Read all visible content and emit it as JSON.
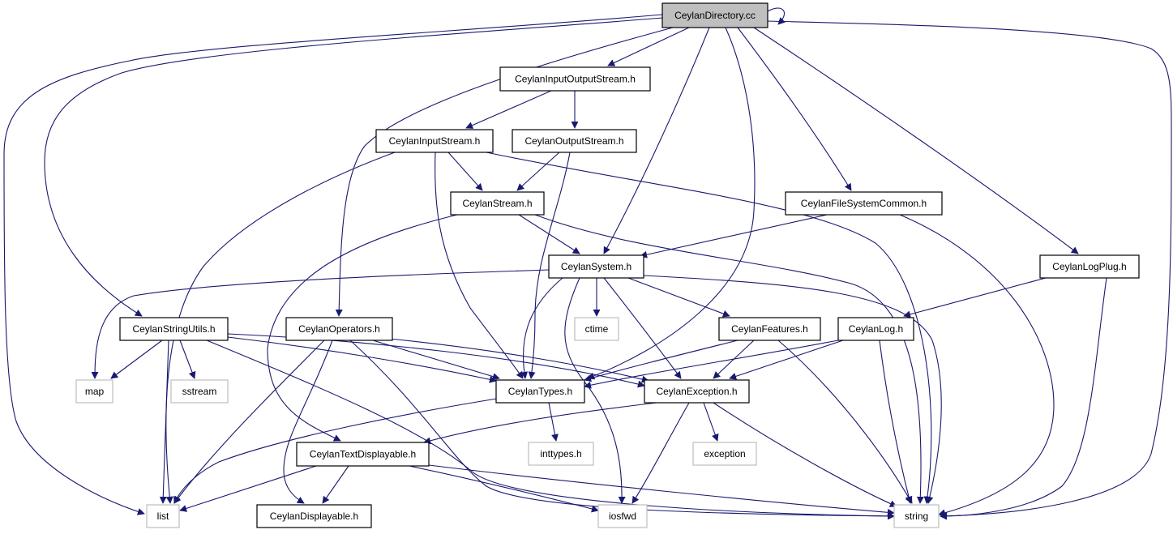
{
  "diagram": {
    "edge_color": "#191970",
    "nodes": [
      {
        "id": "root",
        "label": "CeylanDirectory.cc",
        "kind": "root"
      },
      {
        "id": "ios",
        "label": "CeylanInputOutputStream.h",
        "kind": "file"
      },
      {
        "id": "is",
        "label": "CeylanInputStream.h",
        "kind": "file"
      },
      {
        "id": "os",
        "label": "CeylanOutputStream.h",
        "kind": "file"
      },
      {
        "id": "stream",
        "label": "CeylanStream.h",
        "kind": "file"
      },
      {
        "id": "fsc",
        "label": "CeylanFileSystemCommon.h",
        "kind": "file"
      },
      {
        "id": "system",
        "label": "CeylanSystem.h",
        "kind": "file"
      },
      {
        "id": "logplug",
        "label": "CeylanLogPlug.h",
        "kind": "file"
      },
      {
        "id": "strutils",
        "label": "CeylanStringUtils.h",
        "kind": "file"
      },
      {
        "id": "ops",
        "label": "CeylanOperators.h",
        "kind": "file"
      },
      {
        "id": "ctime",
        "label": "ctime",
        "kind": "sys"
      },
      {
        "id": "features",
        "label": "CeylanFeatures.h",
        "kind": "file"
      },
      {
        "id": "log",
        "label": "CeylanLog.h",
        "kind": "file"
      },
      {
        "id": "map",
        "label": "map",
        "kind": "sys"
      },
      {
        "id": "sstream",
        "label": "sstream",
        "kind": "sys"
      },
      {
        "id": "types",
        "label": "CeylanTypes.h",
        "kind": "file"
      },
      {
        "id": "exc",
        "label": "CeylanException.h",
        "kind": "file"
      },
      {
        "id": "inttypes",
        "label": "inttypes.h",
        "kind": "sys"
      },
      {
        "id": "exception",
        "label": "exception",
        "kind": "sys"
      },
      {
        "id": "textdisp",
        "label": "CeylanTextDisplayable.h",
        "kind": "file"
      },
      {
        "id": "list",
        "label": "list",
        "kind": "sys"
      },
      {
        "id": "disp",
        "label": "CeylanDisplayable.h",
        "kind": "file"
      },
      {
        "id": "iosfwd",
        "label": "iosfwd",
        "kind": "sys"
      },
      {
        "id": "string",
        "label": "string",
        "kind": "sys"
      }
    ],
    "edges": [
      {
        "from": "root",
        "to": "root"
      },
      {
        "from": "root",
        "to": "ios"
      },
      {
        "from": "root",
        "to": "fsc"
      },
      {
        "from": "root",
        "to": "system"
      },
      {
        "from": "root",
        "to": "logplug"
      },
      {
        "from": "root",
        "to": "strutils"
      },
      {
        "from": "root",
        "to": "ops"
      },
      {
        "from": "root",
        "to": "types"
      },
      {
        "from": "root",
        "to": "list"
      },
      {
        "from": "root",
        "to": "string"
      },
      {
        "from": "ios",
        "to": "is"
      },
      {
        "from": "ios",
        "to": "os"
      },
      {
        "from": "is",
        "to": "stream"
      },
      {
        "from": "is",
        "to": "types"
      },
      {
        "from": "is",
        "to": "list"
      },
      {
        "from": "is",
        "to": "string"
      },
      {
        "from": "os",
        "to": "stream"
      },
      {
        "from": "os",
        "to": "types"
      },
      {
        "from": "stream",
        "to": "system"
      },
      {
        "from": "stream",
        "to": "textdisp"
      },
      {
        "from": "stream",
        "to": "string"
      },
      {
        "from": "fsc",
        "to": "system"
      },
      {
        "from": "fsc",
        "to": "string"
      },
      {
        "from": "system",
        "to": "map"
      },
      {
        "from": "system",
        "to": "ctime"
      },
      {
        "from": "system",
        "to": "features"
      },
      {
        "from": "system",
        "to": "types"
      },
      {
        "from": "system",
        "to": "exc"
      },
      {
        "from": "system",
        "to": "iosfwd"
      },
      {
        "from": "system",
        "to": "string"
      },
      {
        "from": "logplug",
        "to": "log"
      },
      {
        "from": "logplug",
        "to": "string"
      },
      {
        "from": "strutils",
        "to": "map"
      },
      {
        "from": "strutils",
        "to": "sstream"
      },
      {
        "from": "strutils",
        "to": "list"
      },
      {
        "from": "strutils",
        "to": "types"
      },
      {
        "from": "strutils",
        "to": "exc"
      },
      {
        "from": "strutils",
        "to": "string"
      },
      {
        "from": "ops",
        "to": "types"
      },
      {
        "from": "ops",
        "to": "exc"
      },
      {
        "from": "ops",
        "to": "list"
      },
      {
        "from": "ops",
        "to": "disp"
      },
      {
        "from": "ops",
        "to": "string"
      },
      {
        "from": "features",
        "to": "types"
      },
      {
        "from": "features",
        "to": "exc"
      },
      {
        "from": "features",
        "to": "string"
      },
      {
        "from": "log",
        "to": "types"
      },
      {
        "from": "log",
        "to": "exc"
      },
      {
        "from": "log",
        "to": "string"
      },
      {
        "from": "types",
        "to": "inttypes"
      },
      {
        "from": "types",
        "to": "list"
      },
      {
        "from": "exc",
        "to": "textdisp"
      },
      {
        "from": "exc",
        "to": "exception"
      },
      {
        "from": "exc",
        "to": "iosfwd"
      },
      {
        "from": "exc",
        "to": "string"
      },
      {
        "from": "textdisp",
        "to": "list"
      },
      {
        "from": "textdisp",
        "to": "disp"
      },
      {
        "from": "textdisp",
        "to": "iosfwd"
      },
      {
        "from": "textdisp",
        "to": "string"
      }
    ]
  }
}
